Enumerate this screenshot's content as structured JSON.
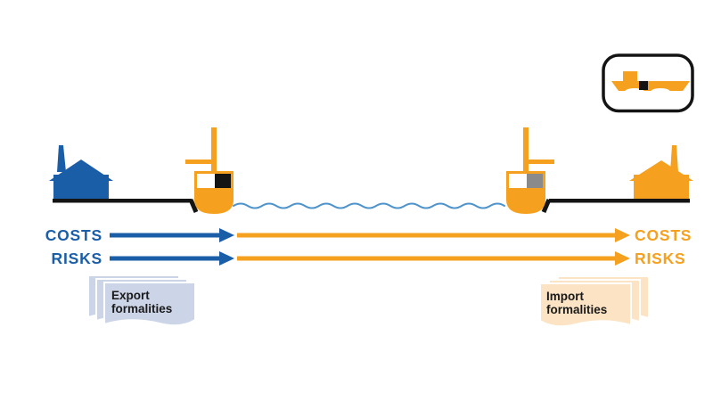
{
  "diagram": {
    "labels": {
      "costs_left": "COSTS",
      "risks_left": "RISKS",
      "costs_right": "COSTS",
      "risks_right": "RISKS"
    },
    "documents": {
      "export_label": "Export\nformalities",
      "import_label": "Import\nformalities"
    },
    "icons": {
      "seller-factory-icon": "blue factory with chimney",
      "buyer-factory-icon": "orange factory with chimney",
      "origin-crane-boat-icon": "quay crane and boat with black container",
      "destination-crane-boat-icon": "quay crane and boat with gray container",
      "water-wave-icon": "wavy sea line between quays",
      "ship-badge-icon": "rounded badge with orange cargo ship and black container",
      "export-documents-icon": "stack of three light-blue sheets",
      "import-documents-icon": "stack of three light-orange sheets",
      "costs-arrow-blue": "blue right arrow (seller side)",
      "costs-arrow-orange": "orange right arrow (buyer side)",
      "risks-arrow-blue": "blue right arrow (seller side)",
      "risks-arrow-orange": "orange right arrow (buyer side)"
    }
  },
  "colors": {
    "blue": "#1B5EA8",
    "orange": "#F5A11F",
    "water": "#4E94CC",
    "black": "#141414",
    "gray": "#8A8A8A",
    "docblue": "#CCD4E8",
    "docpeach": "#FBE3C3"
  }
}
